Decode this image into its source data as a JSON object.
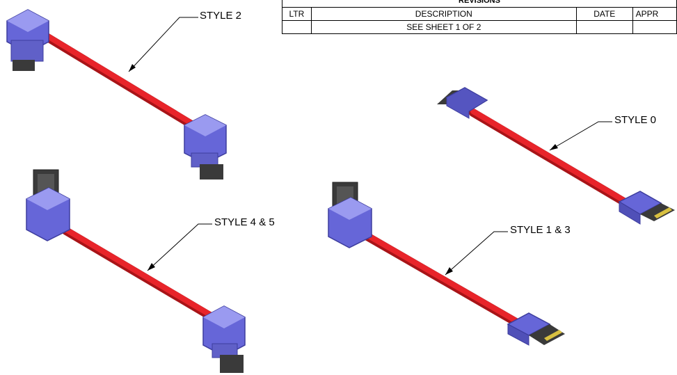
{
  "revisions": {
    "title": "REVISIONS",
    "headers": [
      "LTR",
      "DESCRIPTION",
      "DATE",
      "APPR"
    ],
    "rows": [
      [
        "",
        "SEE SHEET 1 OF 2",
        "",
        ""
      ]
    ]
  },
  "callouts": {
    "style2": "STYLE 2",
    "style0": "STYLE 0",
    "style45": "STYLE 4 & 5",
    "style13": "STYLE 1 & 3"
  },
  "colors": {
    "cable": "#e8242a",
    "cable_shadow": "#b01418",
    "connector": "#6666d8",
    "connector_dark": "#3d3d9e",
    "connector_light": "#9a9af0",
    "plug": "#3a3a3a",
    "leader": "#000000"
  },
  "icons": [
    "sata-cable-style-2",
    "sata-cable-style-0",
    "sata-cable-style-4-5",
    "sata-cable-style-1-3"
  ]
}
